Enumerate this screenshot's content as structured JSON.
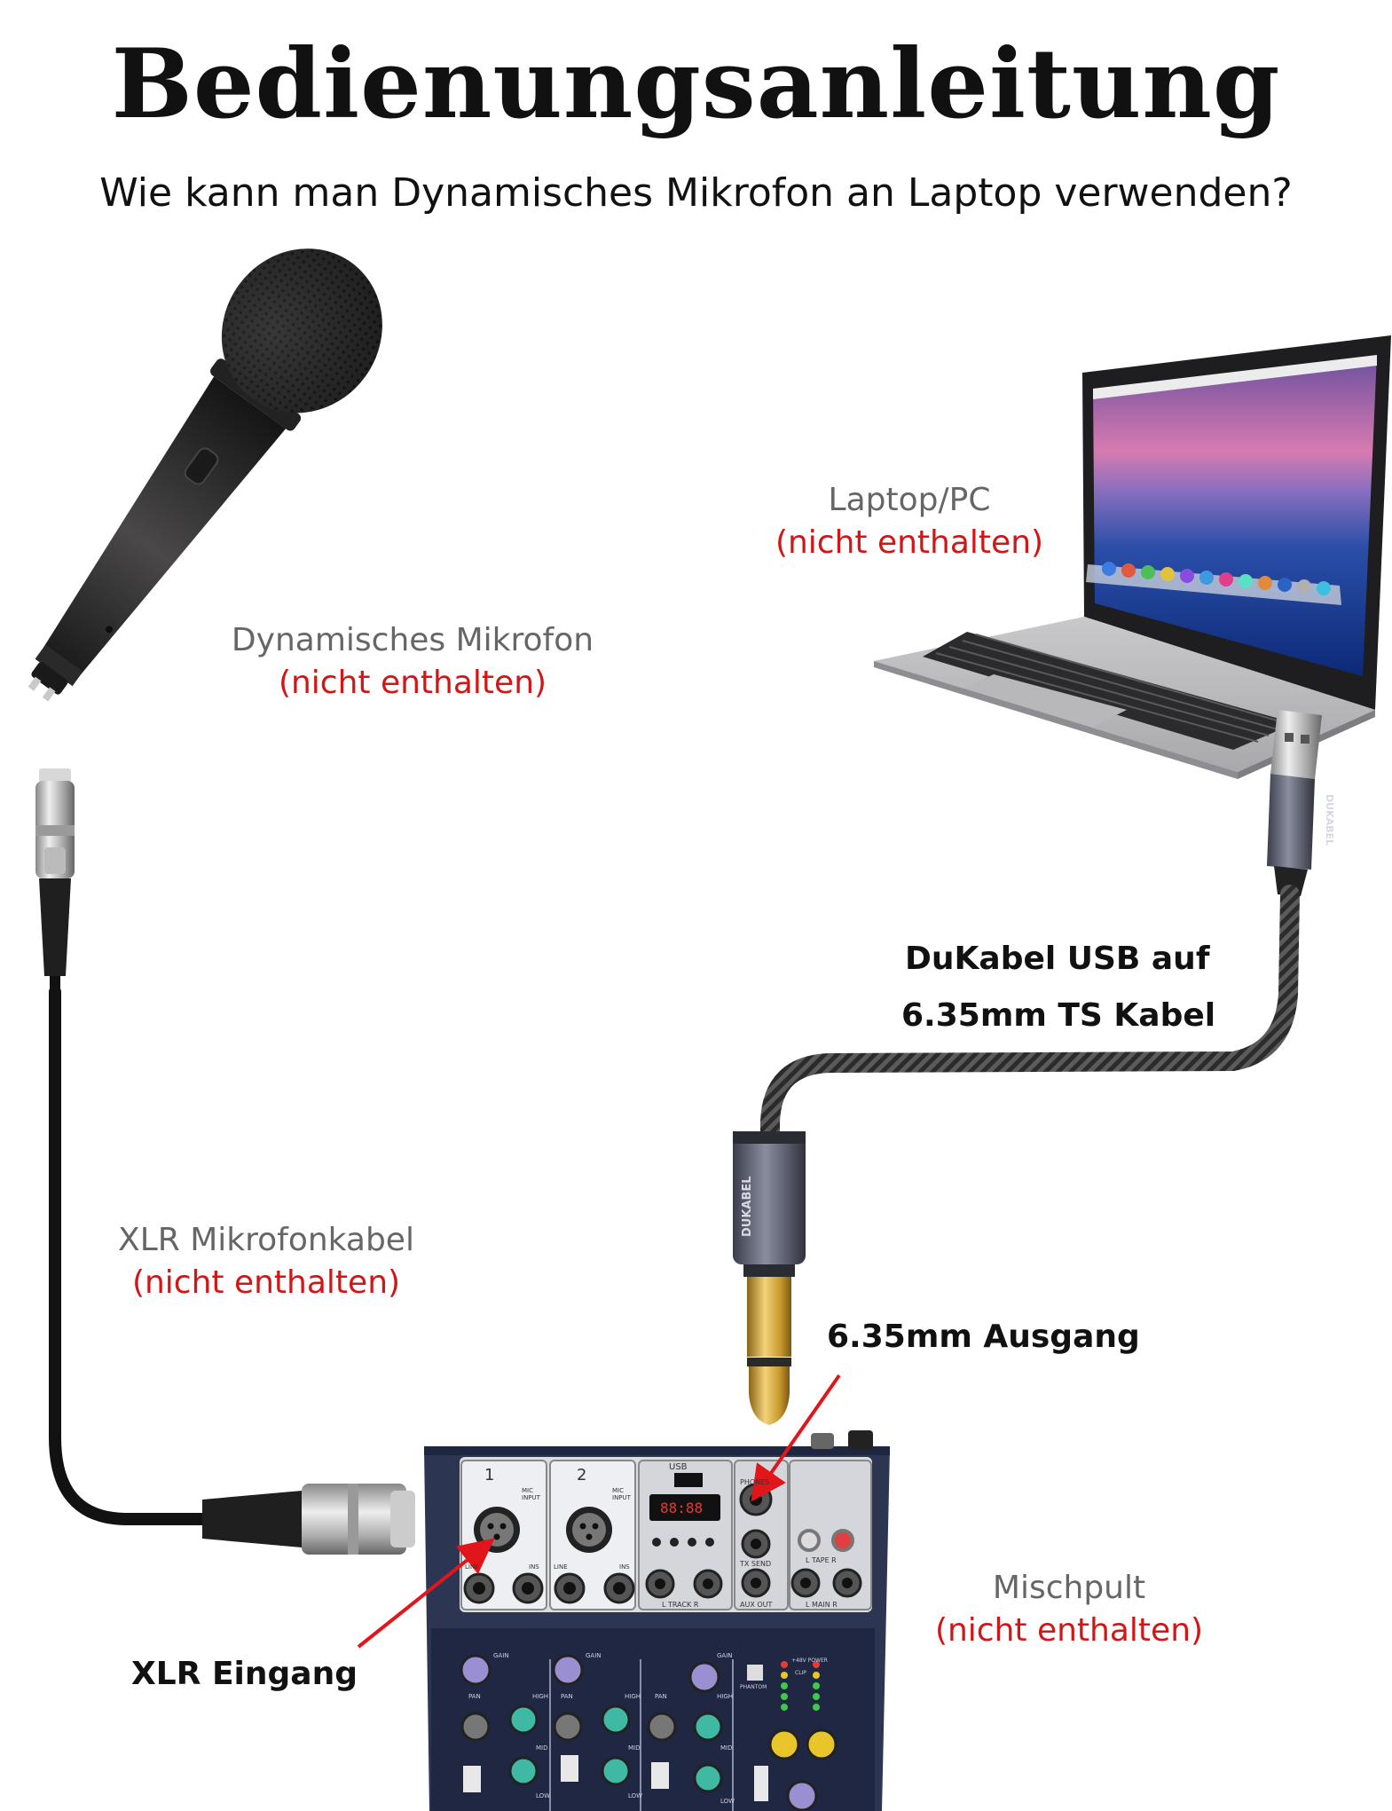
{
  "header": {
    "title": "Bedienungsanleitung",
    "subtitle": "Wie kann man Dynamisches Mikrofon an Laptop verwenden?"
  },
  "labels": {
    "microphone": {
      "name": "Dynamisches Mikrofon",
      "note": "(nicht enthalten)"
    },
    "laptop": {
      "name": "Laptop/PC",
      "note": "(nicht enthalten)"
    },
    "xlr_cable": {
      "name": "XLR Mikrofonkabel",
      "note": "(nicht enthalten)"
    },
    "mixer": {
      "name": "Mischpult",
      "note": "(nicht enthalten)"
    },
    "usb_cable_line1": "DuKabel USB auf",
    "usb_cable_line2": "6.35mm TS Kabel",
    "output_port": "6.35mm Ausgang",
    "xlr_input": "XLR Eingang"
  },
  "product": {
    "brand_on_plug": "DUKABEL"
  },
  "mixer": {
    "channel_numbers": [
      "1",
      "2"
    ],
    "usb_label": "USB",
    "display_digits": "88:88",
    "phones_label": "PHONES",
    "tx_send_label": "TX SEND",
    "aux_out_label": "AUX OUT",
    "tape_label": "L TAPE R",
    "main_label": "L MAIN R",
    "track_label": "L TRACK R",
    "mic_input_label": "MIC INPUT",
    "line_label": "LINE",
    "ins_label": "INS",
    "gain_label": "GAIN",
    "pan_label": "PAN",
    "high_label": "HIGH",
    "mid_label": "MID",
    "low_label": "LOW",
    "phantom_label": "PHANTOM",
    "power_label": "+48V POWER",
    "clip_label": "CLIP"
  },
  "colors": {
    "warning_red": "#d31515",
    "mixer_blue": "#2c3652",
    "knob_teal": "#3fb8a4",
    "knob_purple": "#9a8fd1",
    "knob_yellow": "#e8c52a"
  }
}
